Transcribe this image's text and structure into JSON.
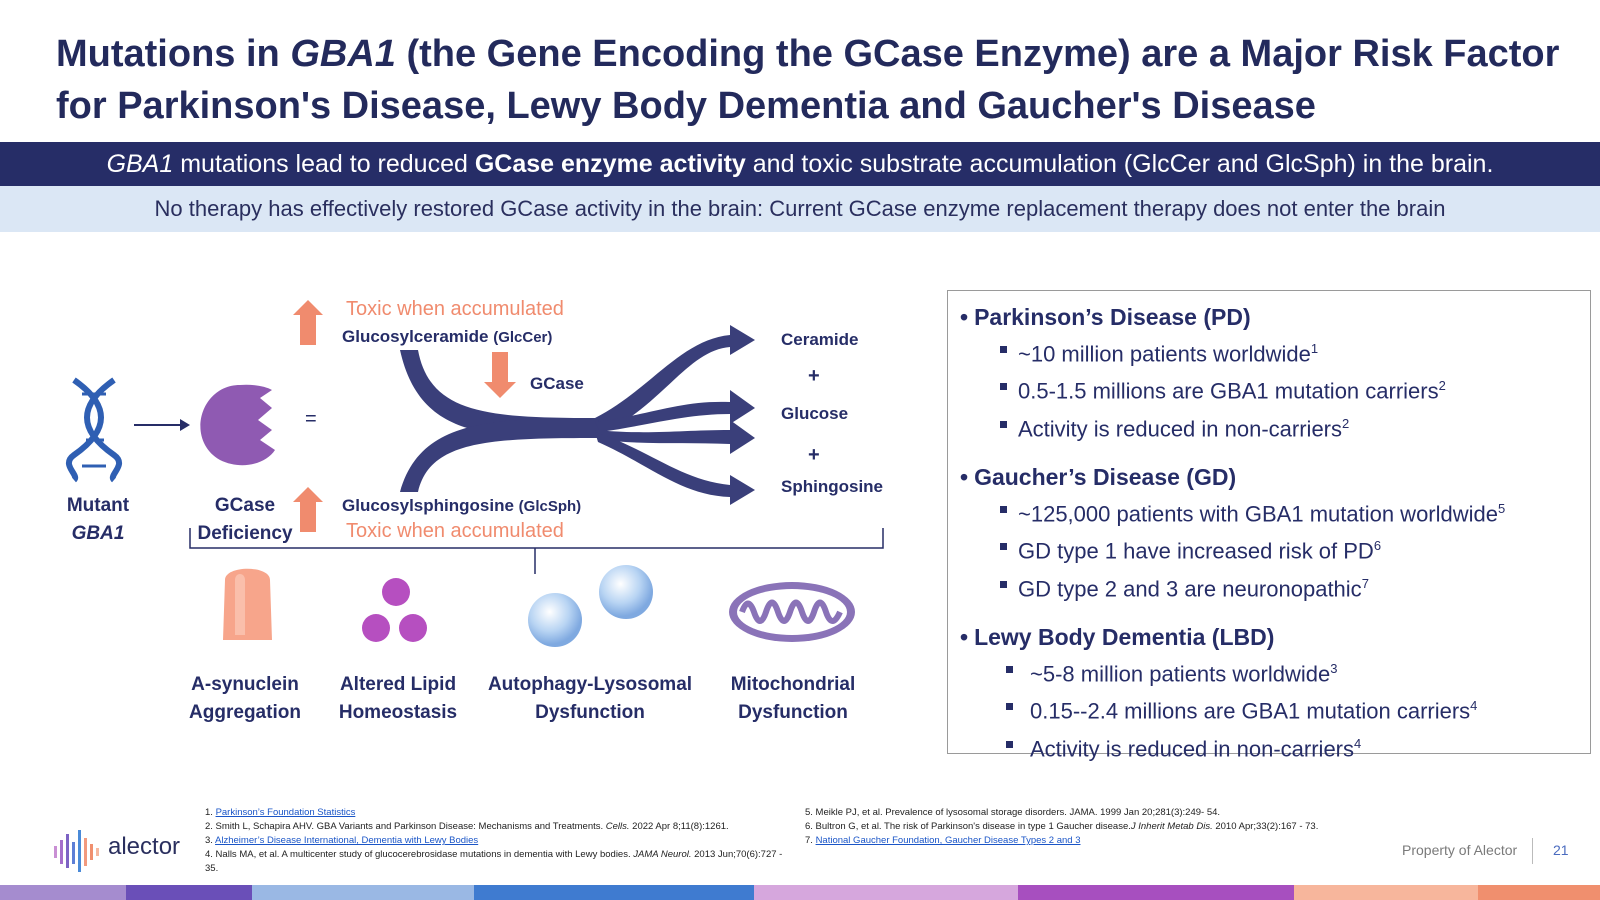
{
  "title": {
    "part1": "Mutations in ",
    "gene": "GBA1",
    "part2": " (the Gene Encoding the GCase Enzyme) are a Major Risk Factor for Parkinson's Disease, Lewy Body Dementia and Gaucher's Disease"
  },
  "banner1": {
    "gene": "GBA1",
    "text1": " mutations lead to reduced ",
    "bold": "GCase enzyme activity",
    "text2": " and toxic substrate accumulation (GlcCer and GlcSph) in the brain."
  },
  "banner2": "No therapy has effectively restored GCase activity in the brain: Current GCase enzyme replacement therapy does not enter the brain",
  "diagram": {
    "mutant_label": "Mutant",
    "mutant_gene": "GBA1",
    "deficiency_label1": "GCase",
    "deficiency_label2": "Deficiency",
    "equals": "=",
    "toxic_top": "Toxic when accumulated",
    "toxic_bottom": "Toxic when accumulated",
    "substrate_top": "Glucosylceramide",
    "substrate_top_abbr": "(GlcCer)",
    "substrate_bottom": "Glucosylsphingosine",
    "substrate_bottom_abbr": "(GlcSph)",
    "enzyme": "GCase",
    "products": [
      "Ceramide",
      "+",
      "Glucose",
      "+",
      "Sphingosine"
    ],
    "consequences": [
      {
        "line1": "A-synuclein",
        "line2": "Aggregation"
      },
      {
        "line1": "Altered Lipid",
        "line2": "Homeostasis"
      },
      {
        "line1": "Autophagy-Lysosomal",
        "line2": "Dysfunction"
      },
      {
        "line1": "Mitochondrial",
        "line2": "Dysfunction"
      }
    ]
  },
  "diseases": [
    {
      "heading": "Parkinson’s Disease (PD)",
      "items": [
        {
          "text": "~10 million patients worldwide",
          "sup": "1"
        },
        {
          "text": "0.5-1.5 millions are GBA1 mutation carriers",
          "sup": "2"
        },
        {
          "text": "Activity is reduced in non-carriers",
          "sup": "2"
        }
      ]
    },
    {
      "heading": "Gaucher’s Disease (GD)",
      "items": [
        {
          "text": "~125,000 patients with GBA1 mutation worldwide",
          "sup": "5"
        },
        {
          "text": "GD type 1 have increased risk of PD",
          "sup": "6"
        },
        {
          "text": "GD type 2 and 3 are neuronopathic",
          "sup": "7"
        }
      ]
    },
    {
      "heading": "Lewy Body Dementia (LBD)",
      "items": [
        {
          "text": "~5-8 million patients worldwide",
          "sup": "3"
        },
        {
          "text": "0.15--2.4 millions are GBA1 mutation carriers",
          "sup": "4"
        },
        {
          "text": "Activity is reduced in non-carriers",
          "sup": "4"
        }
      ]
    }
  ],
  "references_left": {
    "r1_num": "1. ",
    "r1_link": "Parkinson’s Foundation Statistics",
    "r2_a": "2. Smith L, Schapira AHV. GBA Variants and Parkinson Disease: Mechanisms and Treatments. ",
    "r2_journal": "Cells.",
    "r2_b": " 2022 Apr 8;11(8):1261.",
    "r3_num": "3. ",
    "r3_link": "Alzheimer’s Disease International, Dementia with Lewy Bodies",
    "r4_a": "4. Nalls MA, et al. A multicenter study of glucocerebrosidase mutations in dementia with Lewy bodies. ",
    "r4_journal": "JAMA Neurol.",
    "r4_b": " 2013 Jun;70(6):727 - 35."
  },
  "references_right": {
    "r5": "5. Meikle PJ, et al. Prevalence of lysosomal storage disorders. JAMA. 1999 Jan 20;281(3):249- 54.",
    "r6_a": "6. Bultron G, et al. The risk of Parkinson's disease in type 1 Gaucher disease.",
    "r6_journal": "J Inherit Metab Dis.",
    "r6_b": " 2010 Apr;33(2):167 - 73.",
    "r7_num": "7. ",
    "r7_link": "National Gaucher Foundation, Gaucher Disease Types 2 and 3"
  },
  "footer": {
    "logo_text": "alector",
    "property": "Property of Alector",
    "page_number": "21"
  },
  "colors": {
    "navy": "#262d67",
    "light_blue_banner": "#dbe7f5",
    "toxic_orange": "#f08b6e",
    "gcase_purple": "#8f5ab2",
    "lipid_magenta": "#b64fc0"
  },
  "bottom_bar_colors": [
    "#a58ccf",
    "#6a4fb8",
    "#9ab8e4",
    "#3f7bd0",
    "#d6a7dd",
    "#a74fbf",
    "#f7b69c",
    "#f08f6e"
  ]
}
